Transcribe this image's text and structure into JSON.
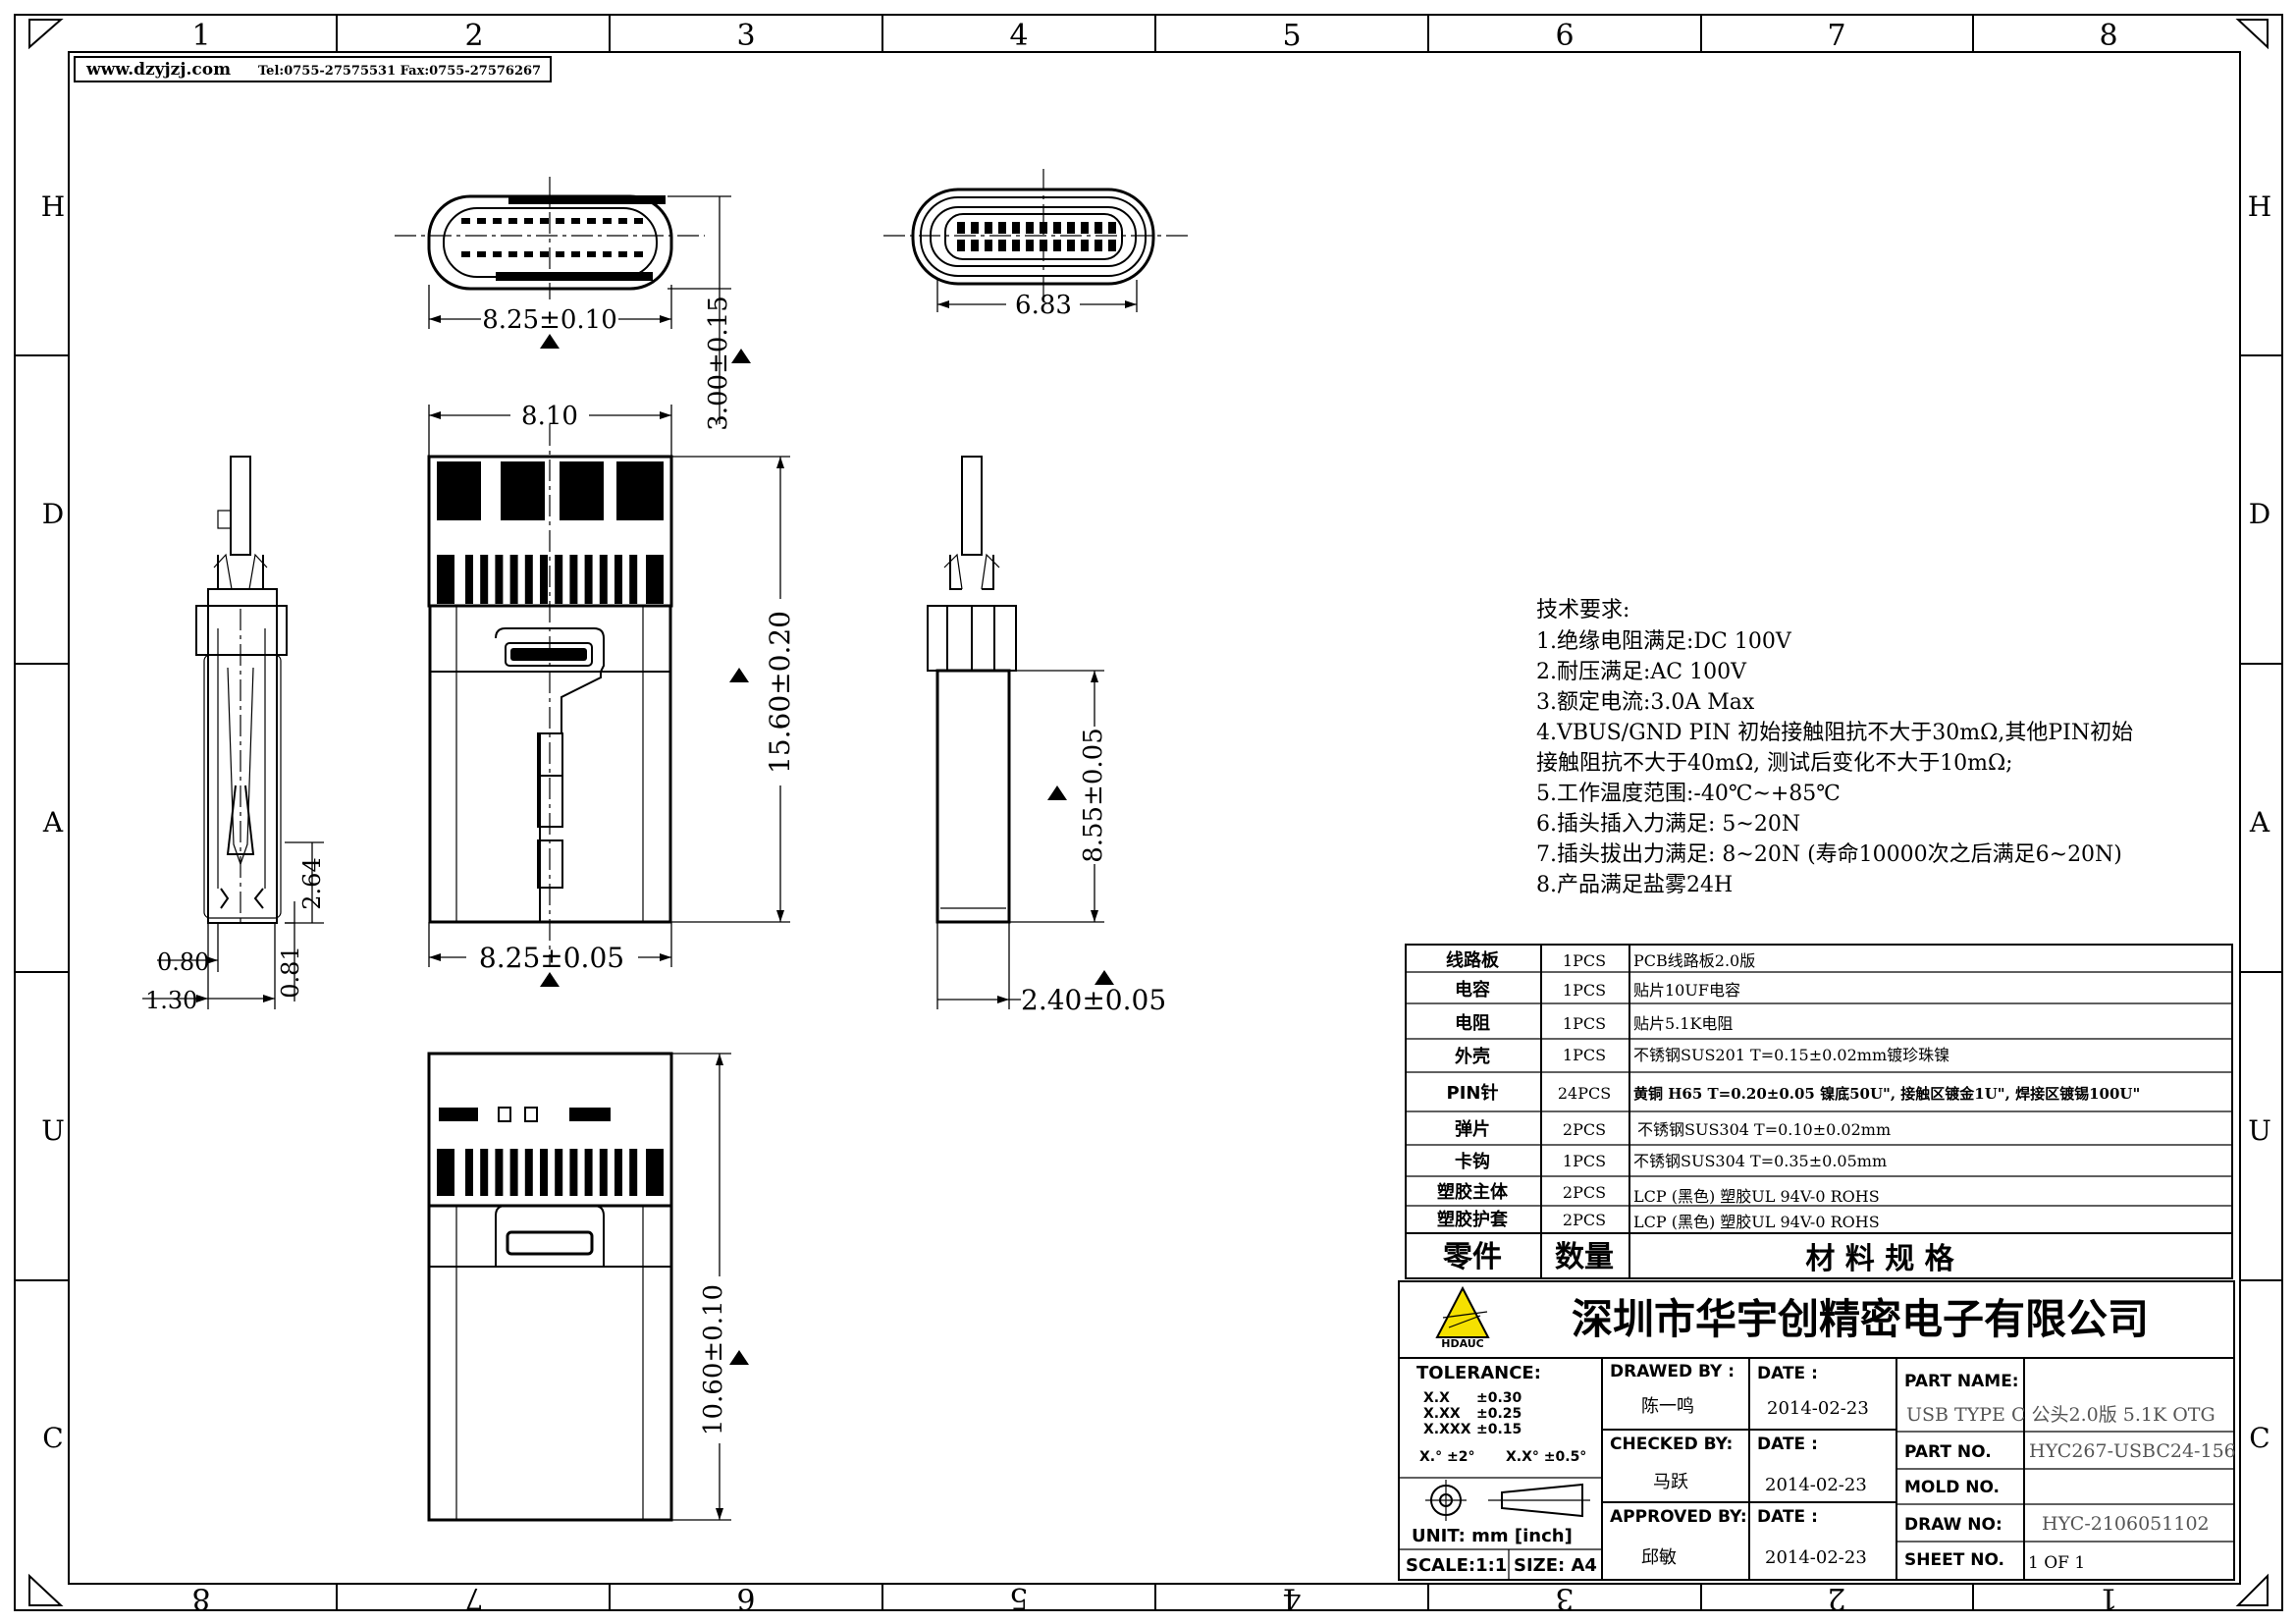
{
  "header": {
    "website": "www.dzyjzj.com",
    "contact": "Tel:0755-27575531  Fax:0755-27576267"
  },
  "frame": {
    "top_numbers": [
      "1",
      "2",
      "3",
      "4",
      "5",
      "6",
      "7",
      "8"
    ],
    "bottom_numbers": [
      "8",
      "7",
      "6",
      "5",
      "4",
      "3",
      "2",
      "1"
    ],
    "left_letters": [
      "H",
      "D",
      "A",
      "U",
      "C"
    ],
    "right_letters": [
      "H",
      "D",
      "A",
      "U",
      "C"
    ]
  },
  "dimensions": {
    "front_width": "8.25±0.10",
    "front_height": "3.00±0.15",
    "end_width": "6.83",
    "body_width_top": "8.10",
    "body_length": "15.60±0.20",
    "body_width_bottom": "8.25±0.05",
    "side_shell_length": "8.55±0.05",
    "side_thickness": "2.40±0.05",
    "profile_2_64": "2.64",
    "profile_0_80": "0.80",
    "profile_0_81": "0.81",
    "profile_1_30": "1.30",
    "bottom_length": "10.60±0.10"
  },
  "tech": {
    "title": "技术要求:",
    "lines": [
      "1.绝缘电阻满足:DC 100V",
      "2.耐压满足:AC 100V",
      "3.额定电流:3.0A Max",
      "4.VBUS/GND PIN 初始接触阻抗不大于30mΩ,其他PIN初始",
      "接触阻抗不大于40mΩ, 测试后变化不大于10mΩ;",
      "5.工作温度范围:-40℃~+85℃",
      "6.插头插入力满足: 5~20N",
      "7.插头拔出力满足: 8~20N (寿命10000次之后满足6~20N)",
      "8.产品满足盐雾24H"
    ]
  },
  "bom": {
    "rows": [
      {
        "part": "线路板",
        "qty": "1PCS",
        "spec": "PCB线路板2.0版"
      },
      {
        "part": "电容",
        "qty": "1PCS",
        "spec": "贴片10UF电容"
      },
      {
        "part": "电阻",
        "qty": "1PCS",
        "spec": "贴片5.1K电阻"
      },
      {
        "part": "外壳",
        "qty": "1PCS",
        "spec": "不锈钢SUS201 T=0.15±0.02mm镀珍珠镍"
      },
      {
        "part": "PIN针",
        "qty": "24PCS",
        "spec": "黄铜 H65 T=0.20±0.05 镍底50U\", 接触区镀金1U\", 焊接区镀锡100U\""
      },
      {
        "part": "弹片",
        "qty": "2PCS",
        "spec": "不锈钢SUS304 T=0.10±0.02mm"
      },
      {
        "part": "卡钩",
        "qty": "1PCS",
        "spec": "不锈钢SUS304 T=0.35±0.05mm"
      },
      {
        "part": "塑胶主体",
        "qty": "2PCS",
        "spec": "LCP (黑色) 塑胶UL 94V-0   ROHS"
      },
      {
        "part": "塑胶护套",
        "qty": "2PCS",
        "spec": "LCP (黑色) 塑胶UL 94V-0   ROHS"
      }
    ],
    "head_part": "零件",
    "head_qty": "数量",
    "head_spec": "材 料 规 格"
  },
  "title_block": {
    "logo_text": "HDAUC",
    "company": "深圳市华宇创精密电子有限公司",
    "tolerance_label": "TOLERANCE:",
    "tol_x": "X.X",
    "tol_x_val": "±0.30",
    "tol_xx": "X.XX",
    "tol_xx_val": "±0.25",
    "tol_xxx": "X.XXX",
    "tol_xxx_val": "±0.15",
    "tol_angle1": "X.°  ±2°",
    "tol_angle2": "X.X°  ±0.5°",
    "unit": "UNIT:  mm  [inch]",
    "scale": "SCALE:1:1",
    "size": "SIZE: A4",
    "drawed_by_label": "DRAWED BY :",
    "drawed_by": "陈一鸣",
    "checked_by_label": "CHECKED BY:",
    "checked_by": "马跃",
    "approved_by_label": "APPROVED BY:",
    "approved_by": "邱敏",
    "date_label": "DATE :",
    "date1": "2014-02-23",
    "date2": "2014-02-23",
    "date3": "2014-02-23",
    "part_name_label": "PART NAME:",
    "part_name": "USB TYPE C 公头2.0版 5.1K OTG",
    "part_no_label": "PART NO.",
    "part_no": "HYC267-USBC24-156",
    "mold_no_label": "MOLD NO.",
    "mold_no": "",
    "draw_no_label": "DRAW NO:",
    "draw_no": "HYC-2106051102",
    "sheet_no_label": "SHEET NO.",
    "sheet_no": "1 OF 1"
  }
}
